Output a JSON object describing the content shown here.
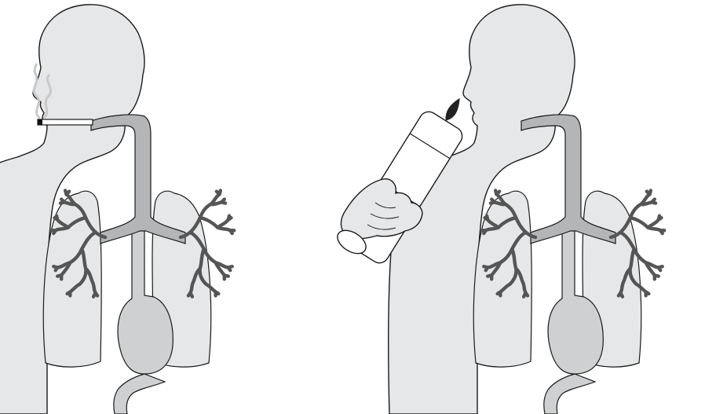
{
  "figures": [
    {
      "id": "smoker",
      "device": "cigarette"
    },
    {
      "id": "non-smoker",
      "device": "flashlight-in-hand"
    }
  ],
  "colors": {
    "body": "#e6e7e8",
    "lungs": "#e6e7e8",
    "airway": "#b4b5b6",
    "bronchi": "#9e9fa0",
    "stomach": "#cfd0d1",
    "outline": "#1a1a1a",
    "smoke": "#c9c9c9",
    "cigarette_tip": "#111111"
  }
}
